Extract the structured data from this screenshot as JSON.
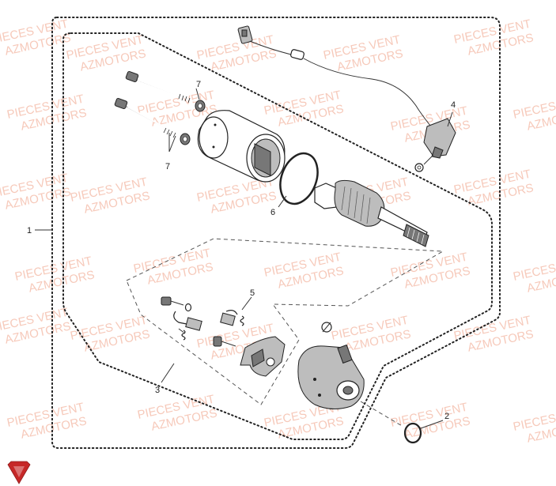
{
  "watermark": {
    "line1": "PIECES VENT",
    "line2": "AZMOTORS",
    "color": "#f4b8a4"
  },
  "callouts": {
    "c1": "1",
    "c2": "2",
    "c3": "3",
    "c4": "4",
    "c5": "5",
    "c6": "6",
    "c7a": "7",
    "c7b": "7"
  },
  "logo": {
    "name": "brand-logo-icon",
    "color": "#c62828"
  }
}
